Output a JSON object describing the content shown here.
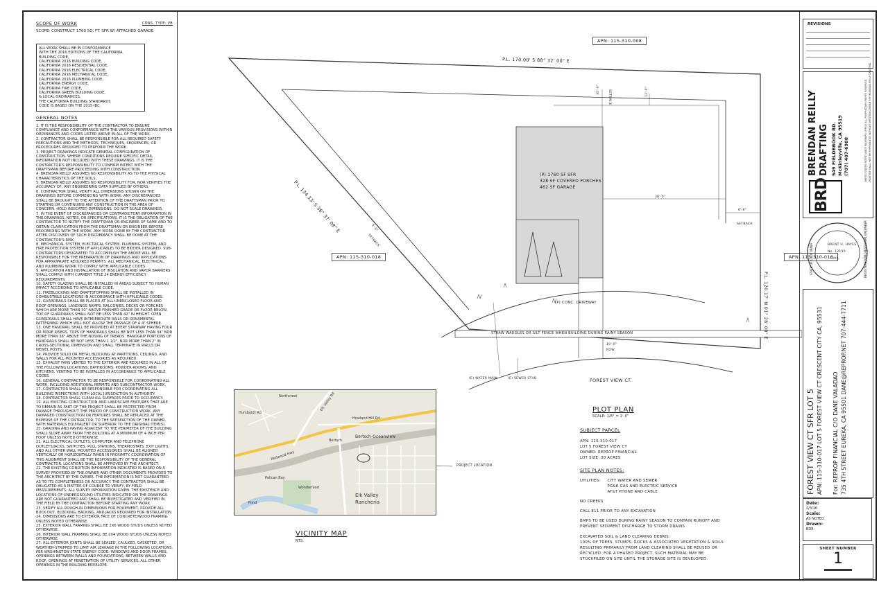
{
  "notes": {
    "scope_title": "SCOPE OF WORK",
    "const_type": "CONS. TYPE: VB",
    "scope_line": "SCOPE: CONSTRUCT 1760 SQ. FT. SFR W/ ATTACHED GARAGE",
    "code_lines": [
      "ALL WORK SHALL BE IN CONFORMANCE",
      "WITH THE 2016 EDITIONS OF THE CALIFORNIA",
      "BUILDING CODE,",
      "CALIFORNIA 2016 BUILDING CODE,",
      "CALIFORNIA 2016 RESIDENTIAL CODE,",
      "CALIFORNIA 2016 ELECTRICAL CODE,",
      "CALIFORNIA 2016 MECHANICAL CODE,",
      "CALIFORNIA 2016 PLUMBING CODE,",
      "CALIFORNIA ENERGY CODE,",
      "CALIFORNIA FIRE CODE,",
      "CALIFORNIA GREEN BUILDING CODE,",
      "& LOCAL ORDINANCES.",
      "THE CALIFORNIA BUILDING STANDARDS",
      "CODE IS BASED ON THE 2015-IBC."
    ],
    "general_title": "GENERAL NOTES",
    "general": [
      "1. IT IS THE RESPONSIBILITY OF THE CONTRACTOR TO ENSURE COMPLIANCE AND CONFORMANCE WITH THE VARIOUS PROVISIONS WITHIN ORDINANCES AND CODES LISTED ABOVE IN ALL OF THE WORK.",
      "2. CONTRACTOR SHALL BE RESPONSIBLE FOR ALL REQUIRED SAFETY PRECAUTIONS AND THE METHODS, TECHNIQUES, SEQUENCES, OR PROCEDURES REQUIRED TO PERFORM THE WORK.",
      "3. PROJECT DRAWINGS INDICATE GENERAL CONFIGURATION OF CONSTRUCTION. WHERE CONDITIONS REQUIRE SPECIFIC DETAIL INFORMATION NOT INCLUDED WITH THESE DRAWINGS, IT IS THE CONTRACTOR'S RESPONSIBILITY TO CONFIRM INTENT WITH THE DRAFTSMAN BEFORE PROCEEDING WITH CONSTRUCTION.",
      "4. BRENDAN REILLY ASSUMES NO RESPONSIBILITY AS TO THE PHYSICAL CHARACTERISTICS OF THE SOILS.",
      "5. BRENDAN REILLY ASSUMES NO RESPONSIBILITY FOR, NOR VERIFIES THE ACCURACY OF, ANY ENGINEERING DATA SUPPLIED BY OTHERS.",
      "6. CONTRACTOR SHALL VERIFY ALL DIMENSIONS SHOWN ON THE DRAWINGS BEFORE COMMENCING WITH WORK. ANY DISCREPANCIES SHALL BE BROUGHT TO THE ATTENTION OF THE DRAFTSMAN PRIOR TO STARTING OR CONTINUING ANY CONSTRUCTION IN THE AREA OF CONCERN. HOLD INDICATED DIMENSIONS. DO NOT SCALE DRAWINGS.",
      "7. IN THE EVENT OF DISCREPANCIES OR CONTRADICTORY INFORMATION IN THE DRAWINGS, NOTES, OR SPECIFICATIONS, IT IS THE OBLIGATION OF THE CONTRACTOR TO NOTIFY THE DRAFTSMAN OR ENGINEER OF SAME AND TO OBTAIN CLARIFICATION FROM THE DRAFTSMAN OR ENGINEER BEFORE PROCEEDING WITH THE WORK. ANY WORK DONE BY THE CONTRACTOR AFTER DISCOVERY OF SUCH DISCREPANCY SHALL BE DONE AT THE CONTRACTOR'S RISK.",
      "8. MECHANICAL SYSTEM, ELECTRICAL SYSTEM, PLUMBING SYSTEM, AND FIRE PROTECTION SYSTEM (IF APPLICABLE) TO BE BIDDER DESIGNED. SUB-CONTRACTORS DESIGNATED TO ACCOMPLISH THE ABOVE WILL BE RESPONSIBLE FOR THE PREPARATION OF DRAWINGS AND APPLICATIONS FOR APPROPRIATE REQUIRED PERMITS. ALL MECHANICAL, ELECTRICAL, AND PLUMBING WORK TO COMPLY WITH APPLICABLE CODES.",
      "9. APPLICATION AND INSTALLATION OF INSULATION AND VAPOR BARRIERS SHALL COMPLY WITH CURRENT TITLE 24 ENERGY EFFICIENCY REQUIREMENTS.",
      "10. SAFETY GLAZING SHALL BE INSTALLED IN AREAS SUBJECT TO HUMAN IMPACT ACCORDING TO APPLICABLE CODE.",
      "11. FIREBLOCKING AND DRAFTSTOPPING SHALL BE INSTALLED IN COMBUSTIBLE LOCATIONS IN ACCORDANCE WITH APPLICABLE CODES.",
      "12. GUARDRAILS SHALL BE PLACED AT ALL UNENCLOSED FLOOR AND ROOF OPENINGS, LANDINGS RAMPS, BALCONIES, DECKS OR PORCHES WHICH ARE MORE THAN 30\" ABOVE FINISHED GRADE OR FLOOR BELOW. TOP OF GUARDRAILS SHALL NOT BE LESS THAN 42\" IN HEIGHT. OPEN GUARDRAILS SHALL HAVE INTERMEDIATE RAILS OR ORNAMENTAL PATTERNING WHICH WILL NOT ALLOW THE PASSAGE OF A 4\" SPHERE.",
      "13. ONE HANDRAIL SHALL BE PROVIDED AT EVERY STAIRWAY HAVING FOUR OR MORE RISERS. TOPS OF HANDRAILS SHALL BE NOT LESS THAN 34\" NOR MORE THAN 38\" ABOVE THE NOSING OF TREADS. HANDGRIP PORTIONS OF HANDRAILS SHALL BE NOT LESS THAN 1 1/2\", NOR MORE THAN 2\" IN CROSS-SECTIONAL DIMENSION AND SHALL TERMINATE IN WALLS OR NEWEL POSTS.",
      "14. PROVIDE SOLID OR METAL BLOCKING AT PARTITIONS, CEILINGS, AND WALLS FOR ALL MOUNTED ACCESSORIES AS REQUIRED.",
      "15. EXHAUST FANS VENTED TO THE EXTERIOR ARE REQUIRED IN ALL OF THE FOLLOWING LOCATIONS: BATHROOMS, POWDER ROOMS, AND KITCHENS. VENTING TO BE INSTALLED IN ACCORDANCE TO APPLICABLE CODES.",
      "16. GENERAL CONTRACTOR TO BE RESPONSIBLE FOR COORDINATING ALL WORK, INCLUDING ADDITIONAL PERMITS AND SUBCONTRACTOR WORK.",
      "17. CONTRACTOR SHALL BE RESPONSIBLE FOR COORDINATING ALL BUILDING INSPECTIONS WITH LOCAL JURISDICTION IN AUTHORITY.",
      "18. CONTRACTOR SHALL CLEAN ALL SURFACES PRIOR TO OCCUPANCY.",
      "19. ALL EXISTING CONSTRUCTION AND LANDSCAPE FEATURES THAT ARE TO REMAIN AS PART OF THE PROJECT SHALL BE PROTECTED FROM DAMAGE THROUGHOUT THE PERIOD OF CONSTRUCTION WORK. ANY DAMAGED CONSTRUCTION OR FEATURES SHALL BE REPLACED AT THE EXPENSE OF THE CONTRACTOR, TO THE SATISFACTION OF THE OWNER, WITH MATERIALS EQUIVALENT OR SUPERIOR TO THE ORIGINAL ITEM(S).",
      "20. GRADING AND PAVING ADJACENT TO THE PERIMETER OF THE BUILDING SHALL SLOPE AWAY FROM THE BUILDING AT A MINIMUM OF 4 INCH PER FOOT UNLESS NOTED OTHERWISE.",
      "21. ALL ELECTRICAL OUTLETS, COMPUTER AND TELEPHONE OUTLETS/JACKS, SWITCHES, PULL STATIONS, THERMOSTATS, EXIT LIGHTS, AND ALL OTHER WALL MOUNTED ACCESSORIES SHALL BE ALIGNED VERTICALLY OR HORIZONTALLY WHEN IN PROXIMITY. COORDINATION OF THIS ALIGNMENT SHALL BE THE RESPONSIBILITY OF THE GENERAL CONTRACTOR. LOCATIONS SHALL BE APPROVED BY THE ARCHITECT.",
      "22. THE EXISTING CONDITION INFORMATION INDICATED IS BASED ON A SURVEY PROVIDED BY THE OWNER AND OTHER DOCUMENTS PROVIDED TO THE ARCHITECT BY THE OWNER. THE INFORMATION IS NOT GUARANTEED AS TO ITS COMPLETENESS OR ACCURACY. THE CONTRACTOR SHALL BE OBLIGATED AS A MATTER OF COURSE TO VERIFY, BY FIELD MEASUREMENTS, ALL SURVEY INFORMATION GIVEN. THE EXISTENCE AND LOCATIONS OF UNDERGROUND UTILITIES INDICATED ON THE DRAWINGS ARE NOT GUARANTEED AND SHALL BE INVESTIGATED AND VERIFIED IN THE FIELD BY THE CONTRACTOR BEFORE STARTING ANY WORK.",
      "23. VERIFY ALL ROUGH-IN DIMENSIONS FOR EQUIPMENT, PROVIDE ALL BUCK-OUT, BLOCKING, BACKING, AND JACKS REQUIRED FOR INSTALLATION.",
      "24. DIMENSIONS ARE TO EXTERIOR FACE OF CONCRETE/WOOD FRAMING UNLESS NOTED OTHERWISE.",
      "25. EXTERIOR WALL FRAMING SHALL BE 2X6 WOOD STUDS UNLESS NOTED OTHERWISE.",
      "26. INTERIOR WALL FRAMING SHALL BE 2X4 WOOD STUDS UNLESS NOTED OTHERWISE.",
      "27. ALL EXTERIOR JOINTS SHALL BE SEALED, CAULKED, GASKETED, OR WEATHER-STRIPPED TO LIMIT AIR LEAKAGE IN THE FOLLOWING LOCATIONS, PER WASHINGTON STATE ENERGY CODE: WINDOWS AND DOOR FRAMES, OPENINGS BETWEEN WALLS AND FOUNDATIONS, BETWEEN WALLS AND ROOF, OPENINGS AT PENETRATION OF UTILITY SERVICES, ALL OTHER OPENINGS IN THE BUILDING ENVELOPE."
    ]
  },
  "plan": {
    "apn_top": "APN: 115-310-008",
    "apn_left": "APN: 115-310-018",
    "apn_right": "APN: 115-310-016",
    "pl_top": "P.L. 170.00' S 88° 32' 00\" E",
    "pl_left": "P.L. 134.33' S 36° 37' 08\" E",
    "pl_right": "P.L. 120.17' N 01° 28' 00\" E",
    "setback": "SETBACK",
    "dim_30": "30'-0\"",
    "dim_11": "11'-0\"",
    "dim_38": "38'-0\"",
    "dim_6": "6'-0\"",
    "dim_5": "5'-0\"",
    "dim_10": "10'-0\"",
    "row": "ROW",
    "bldg_1": "(P) 1760 SF SFR",
    "bldg_2": "328 SF COVERED PORCHES",
    "bldg_3": "462 SF GARAGE",
    "driveway": "(P) CONC. DRIVEWAY",
    "straw": "STRAW WADDLES OR SILT FENCE WHEN BUILDING DURING RAINY SEASON",
    "water": "(E) WATER MAIN",
    "sewer": "(E) SEWER STUB",
    "street": "FOREST VIEW CT.",
    "plot_title": "PLOT PLAN",
    "plot_scale": "SCALE: 1/8\" = 1'-0\"",
    "vicinity_title": "VICINITY MAP",
    "vicinity_scale": "NTS",
    "project_location": "PROJECT LOCATION"
  },
  "subject": {
    "title": "SUBJECT PARCEL",
    "lines": [
      "APN: 115-310-017",
      "LOT 5 FOREST VIEW CT",
      "OWNER: REPROP FINANCIAL",
      "LOT SIZE .30 ACRES"
    ]
  },
  "site_notes": {
    "title": "SITE PLAN NOTES:",
    "util_label": "UTILITIES:",
    "util_lines": [
      "CITY WATER AND SEWER",
      "PG&E GAS AND ELECTRIC SERVICE",
      "AT&T PHONE AND CABLE"
    ],
    "creeks": "NO CREEKS",
    "call": "CALL 811 PRIOR TO ANY EXCAVATION",
    "bmp": [
      "BMPS TO BE USED DURING RAINY SEASON TO CONTAIN RUNOFF AND",
      "PREVENT SEDIMENT DISCHARGE TO STORM DRAINS"
    ],
    "debris": [
      "EXCAVATED SOIL & LAND CLEARING DEBRIS:",
      "100% OF TREES, STUMPS, ROCKS & ASSOCIATED VEGETATION & SOILS",
      "RESULTING PRIMARILY FROM LAND CLEARING SHALL BE REUSED OR",
      "RECYCLED. FOR A PHASED PROJECT, SUCH MATERIAL MAY BE",
      "STOCKPILED ON SITE UNTIL THE STORAGE SITE IS DEVELOPED."
    ]
  },
  "map": {
    "labels": [
      "Bertsch-Oceanview",
      "Elk Valley",
      "Rancheria",
      "Howland Hill Rd",
      "Elk Valley Rd",
      "Redwood Hwy",
      "Pelican Bay",
      "Wonderland",
      "Pond",
      "Humboldt Rd",
      "Bertsch",
      "Northcrest"
    ],
    "road_color": "#f4c542",
    "water_color": "#b9d3e8",
    "green_color": "#c9dcc0"
  },
  "title_block": {
    "revisions": "REVISIONS",
    "firm_name_1": "BRENDAN REILLY",
    "firm_name_2": "DRAFTING",
    "firm_addr_1": "549 FIELDBROOK RD.",
    "firm_addr_2": "McKinleyville, CA 95519",
    "firm_phone": "(707) 407-6988",
    "logo": "BRD",
    "stamp_top": "REGISTERED PROFESSIONAL ENGINEER",
    "stamp_name": "BRENT H. HAYES",
    "stamp_no": "No. 12155",
    "stamp_civ": "CIVIL",
    "stamp_state": "STATE OF CALIFORNIA",
    "proj_1": "FOREST VIEW CT SFR LOT 5",
    "proj_2": "APN: 115-310-017 LOT 5 FOREST VIEW CT CRESCENT CITY CA, 95531",
    "proj_3": "For:  REPROP FINANCIAL C/O DANE VALADAO",
    "proj_4": "735 4TH STREET EUREKA, CA 95501 DANE@REPROP.NET 707-444-7711",
    "date_label": "Date:",
    "date_val": "2/3/16",
    "scale_label": "Scale:",
    "scale_val": "AS NOTED",
    "drawn_label": "Drawn:",
    "drawn_val": "BDR",
    "sheet_label": "SHEET NUMBER",
    "sheet_num": "1",
    "edge_note_1": "UNITED STATES PATENT AND TRADEMARK OFFICE ALL PROPRIETARY RIGHTS RESERVED",
    "edge_note_2": "CONTENT SHALL NOT BE REPRODUCED WITHOUT WRITTEN CONSENT OF BRENDAN REILLY DRAFTING"
  }
}
